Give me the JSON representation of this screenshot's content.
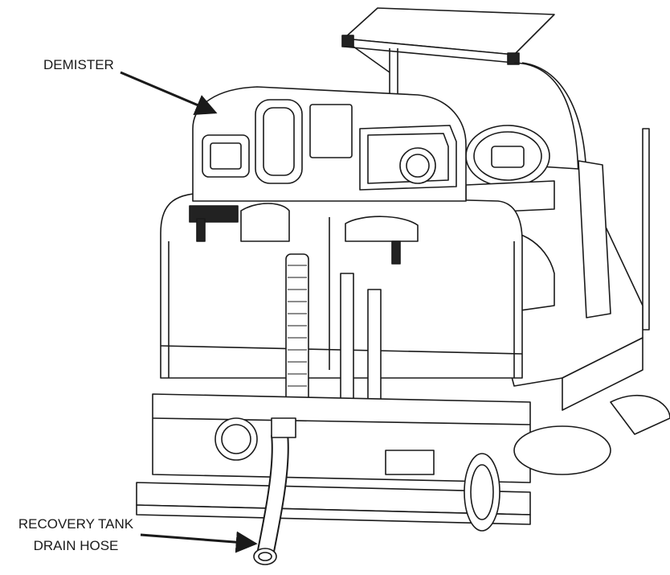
{
  "callouts": {
    "demister": "DEMISTER",
    "drain_hose_line1": "RECOVERY TANK",
    "drain_hose_line2": "DRAIN HOSE"
  },
  "colors": {
    "line": "#1a1a1a",
    "fill": "#ffffff",
    "dark": "#222222"
  }
}
